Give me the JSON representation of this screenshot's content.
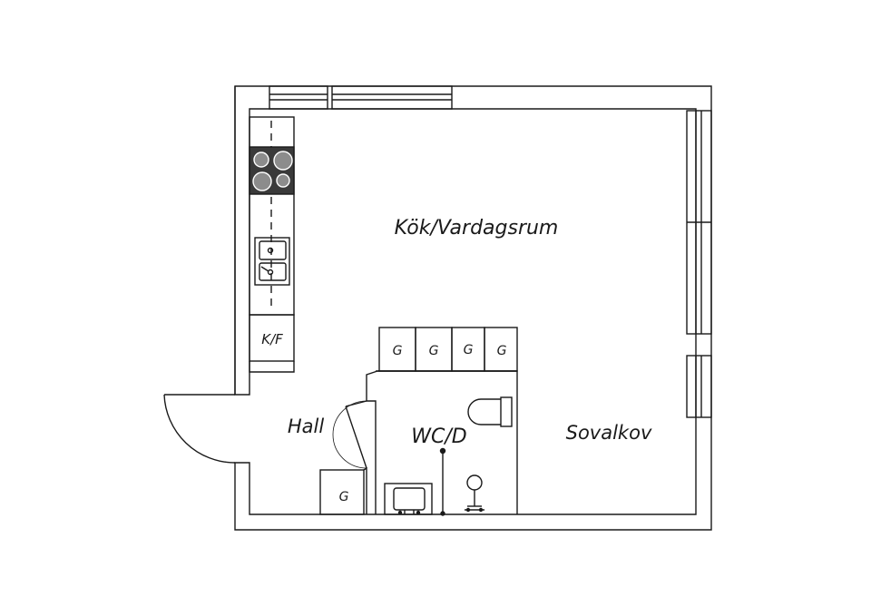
{
  "rooms": {
    "kitchen_living": "Kök/Vardagsrum",
    "hall": "Hall",
    "wc": "WC/D",
    "sleeping": "Sovalkov"
  },
  "fixtures": {
    "fridge_freezer": "K/F",
    "closet": "G"
  },
  "colors": {
    "line": "#1a1a1a",
    "hob": "#3a3a3a",
    "burner": "#8c8c8c",
    "background": "#ffffff"
  }
}
